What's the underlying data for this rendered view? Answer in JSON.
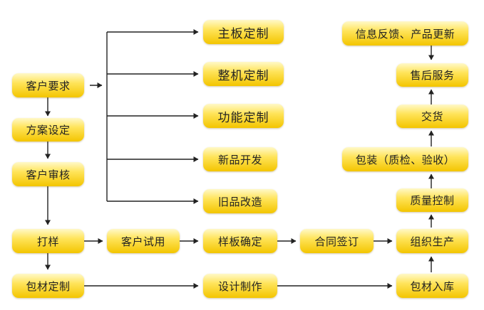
{
  "nodes": {
    "customer_request": "客户要求",
    "plan_setting": "方案设定",
    "customer_review": "客户审核",
    "sampling": "打样",
    "packaging_custom": "包材定制",
    "mainboard_custom": "主板定制",
    "machine_custom": "整机定制",
    "function_custom": "功能定制",
    "new_product_dev": "新品开发",
    "old_product_revamp": "旧品改造",
    "customer_trial": "客户试用",
    "sample_confirm": "样板确定",
    "contract_sign": "合同签订",
    "production": "组织生产",
    "quality_control": "质量控制",
    "packaging_check": "包装（质检、验收）",
    "delivery": "交货",
    "after_sales": "售后服务",
    "feedback_update": "信息反馈、产品更新",
    "design_make": "设计制作",
    "packaging_in": "包材入库"
  },
  "colors": {
    "node_fill_top": "#fff9c8",
    "node_fill_bottom": "#f3c500",
    "connector": "#222222"
  }
}
